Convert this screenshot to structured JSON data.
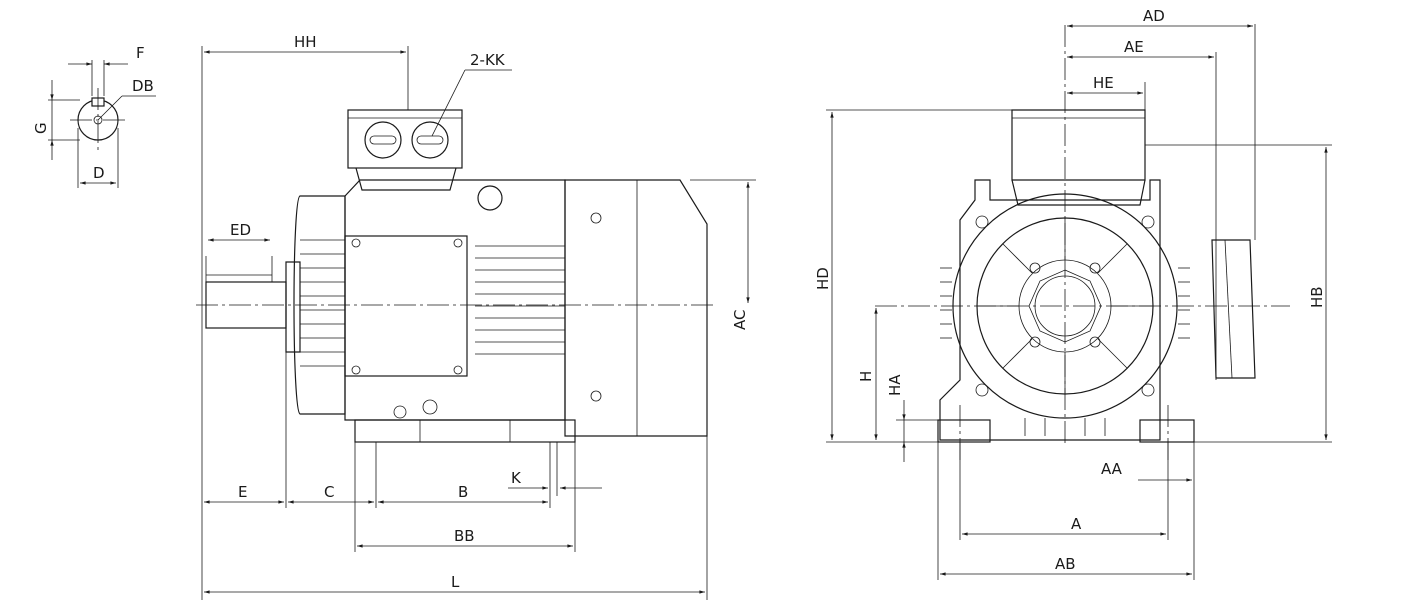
{
  "labels": {
    "F": "F",
    "DB": "DB",
    "G": "G",
    "D": "D",
    "HH": "HH",
    "KK": "2-KK",
    "ED": "ED",
    "AC": "AC",
    "E": "E",
    "C": "C",
    "B": "B",
    "K": "K",
    "BB": "BB",
    "L": "L",
    "AD": "AD",
    "AE": "AE",
    "HE": "HE",
    "HD": "HD",
    "HB": "HB",
    "H": "H",
    "HA": "HA",
    "AA": "AA",
    "A": "A",
    "AB": "AB"
  },
  "colors": {
    "line": "#1a1a1a",
    "background": "#ffffff"
  }
}
